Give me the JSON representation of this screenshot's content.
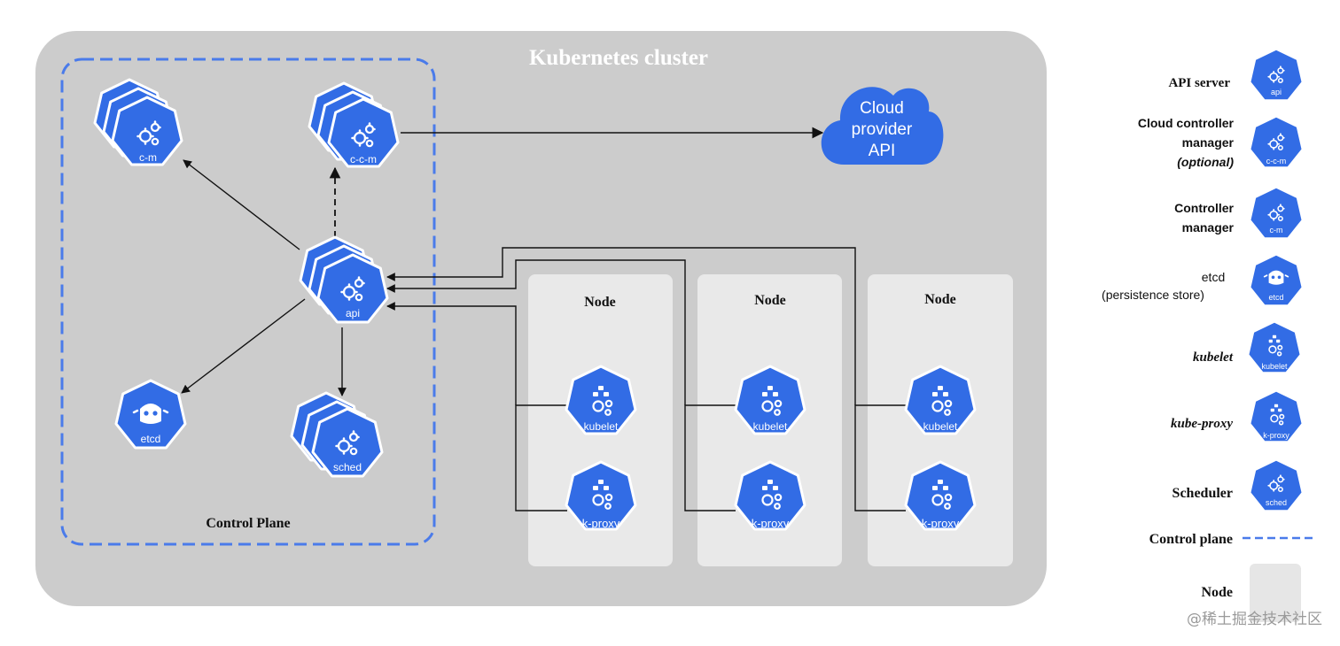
{
  "diagram": {
    "cluster_title": "Kubernetes cluster",
    "control_plane_label": "Control Plane",
    "node_label": "Node",
    "cloud_lines": [
      "Cloud",
      "provider",
      "API"
    ],
    "icons": {
      "api": "api",
      "ccm": "c-c-m",
      "cm": "c-m",
      "etcd": "etcd",
      "sched": "sched",
      "kubelet": "kubelet",
      "kproxy": "k-proxy"
    }
  },
  "legend": {
    "api_server": "API server",
    "ccm_line1": "Cloud controller",
    "ccm_line2": "manager",
    "ccm_optional": "(optional)",
    "cm_line1": "Controller",
    "cm_line2": "manager",
    "etcd_line1": "etcd",
    "etcd_line2": "(persistence store)",
    "kubelet": "kubelet",
    "kube_proxy": "kube-proxy",
    "scheduler": "Scheduler",
    "control_plane": "Control plane",
    "node": "Node"
  },
  "watermark": "@稀土掘金技术社区",
  "colors": {
    "k8s_blue": "#326ce5",
    "cluster_bg": "#cccccc",
    "node_bg": "#e9e9e9",
    "control_plane_dash": "#4a7bea",
    "title_white": "#ffffff"
  }
}
